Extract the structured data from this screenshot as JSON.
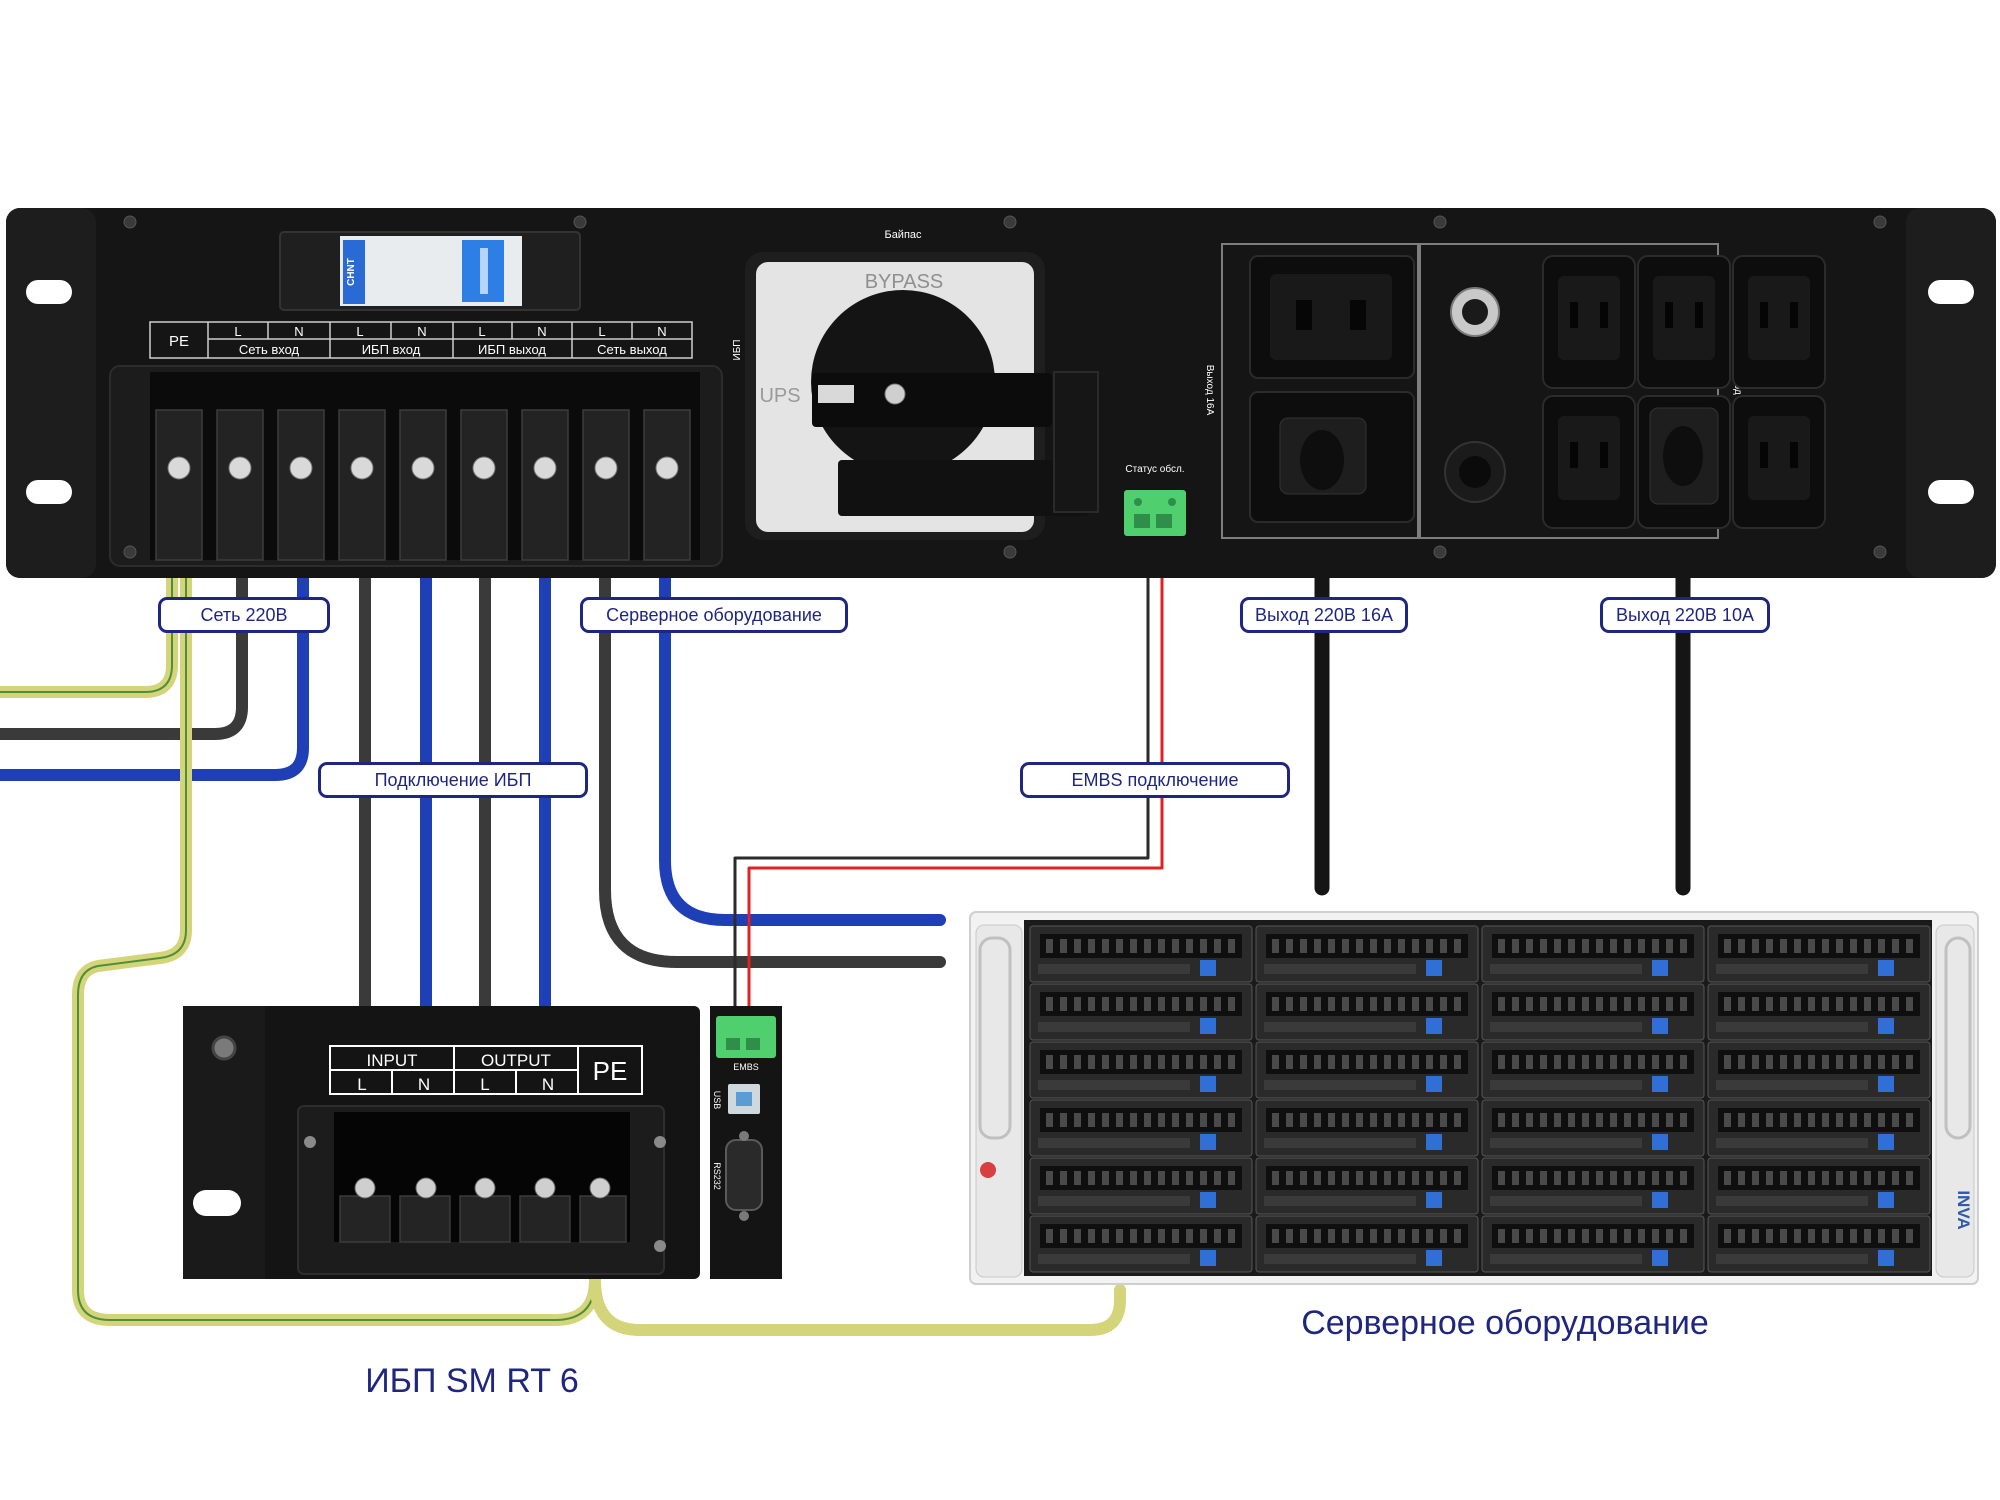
{
  "pdu": {
    "terminal_pe": "PE",
    "terminal_letters": [
      "L",
      "N",
      "L",
      "N",
      "L",
      "N",
      "L",
      "N"
    ],
    "terminal_groups": [
      "Сеть вход",
      "ИБП вход",
      "ИБП выход",
      "Сеть выход"
    ],
    "breaker_brand": "CHNT",
    "bypass_caption": "Байпас",
    "bypass_side_label": "ИБП",
    "switch_bypass": "BYPASS",
    "switch_ups": "UPS",
    "status_label": "Статус обсл.",
    "out16_side": "Выход 16А",
    "out10_side": "Выход 10А"
  },
  "ups": {
    "input_label": "INPUT",
    "output_label": "OUTPUT",
    "pe_label": "PE",
    "letters": [
      "L",
      "N",
      "L",
      "N"
    ],
    "embs_label": "EMBS",
    "usb_label": "USB",
    "rs232_label": "RS232"
  },
  "server": {
    "brand": "INVA"
  },
  "callouts": {
    "mains": "Сеть 220В",
    "server_equipment": "Серверное оборудование",
    "out16": "Выход 220В 16А",
    "out10": "Выход 220В 10А",
    "ups_connection": "Подключение ИБП",
    "embs_connection": "EMBS подключение"
  },
  "titles": {
    "server": "Серверное оборудование",
    "ups": "ИБП SM RT 6"
  },
  "colors": {
    "neutral_wire": "#1e3fb5",
    "phase_wire": "#3a3a3a",
    "earth_wire": "#d4d57a",
    "signal_red": "#e02222",
    "label_blue": "#1f2680",
    "terminal_green": "#4fcf6d"
  }
}
